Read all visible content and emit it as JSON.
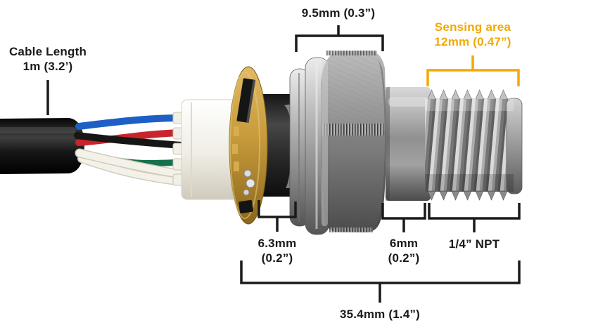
{
  "labels": {
    "cable_length": {
      "line1": "Cable Length",
      "line2": "1m (3.2’)"
    },
    "hex_width": {
      "line1": "9.5mm (0.3”)"
    },
    "sensing_area": {
      "line1": "Sensing area",
      "line2": "12mm (0.47”)"
    },
    "pcb_section": {
      "line1": "6.3mm",
      "line2": "(0.2”)"
    },
    "neck_section": {
      "line1": "6mm",
      "line2": "(0.2”)"
    },
    "thread_spec": {
      "line1": "1/4” NPT"
    },
    "overall_length": {
      "line1": "35.4mm (1.4”)"
    }
  },
  "colors": {
    "annotation": "#1a1a1a",
    "accent_orange": "#f2a900"
  },
  "wires": {
    "blue": "#1d5fc4",
    "red": "#c8242c",
    "black": "#161616",
    "white": "#f4f1e8",
    "green": "#15714b"
  }
}
